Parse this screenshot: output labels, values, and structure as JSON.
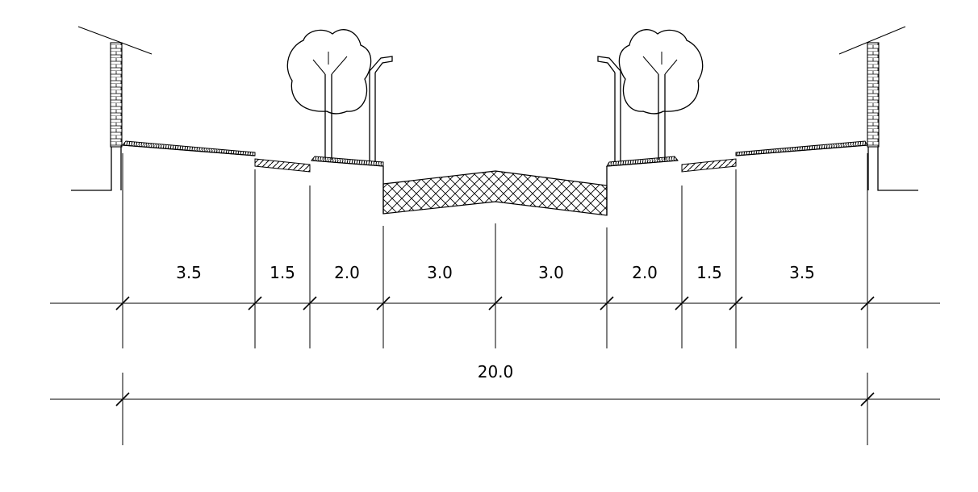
{
  "diagram": {
    "segment_widths": [
      "3.5",
      "1.5",
      "2.0",
      "3.0",
      "3.0",
      "2.0",
      "1.5",
      "3.5"
    ],
    "total_width": "20.0"
  }
}
